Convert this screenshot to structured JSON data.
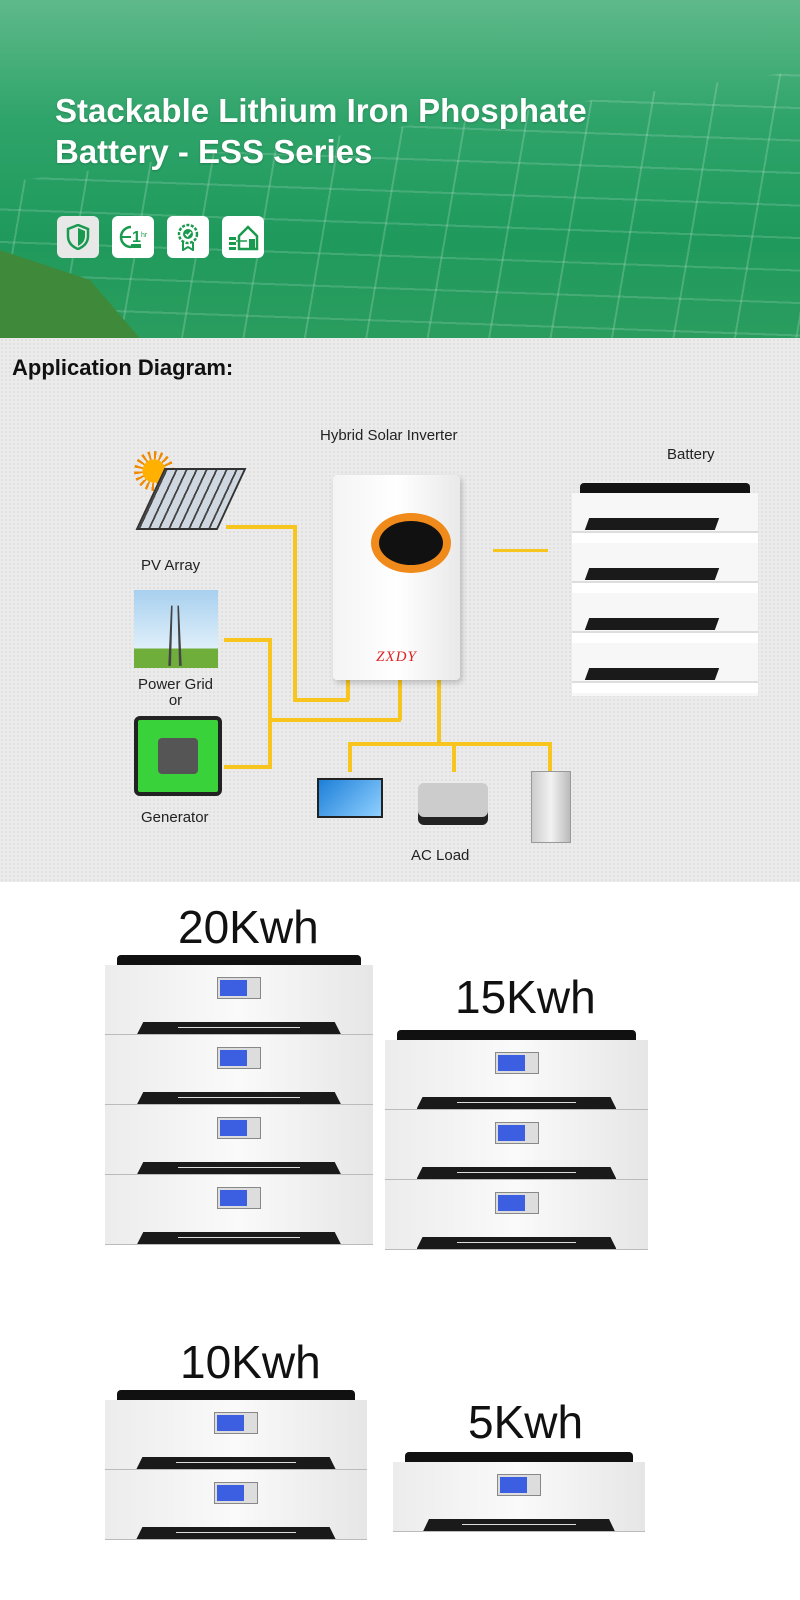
{
  "banner": {
    "title_line1": "Stackable Lithium Iron Phosphate",
    "title_line2": "Battery - ESS Series",
    "icons": [
      "shield-icon",
      "1hr-charge-icon",
      "certified-badge-icon",
      "home-energy-storage-icon"
    ]
  },
  "diagram": {
    "heading": "Application Diagram:",
    "inverter_label": "Hybrid  Solar  Inverter",
    "inverter_brand": "ZXDY",
    "battery_label": "Battery",
    "pv_label": "PV Array",
    "grid_label": "Power Grid",
    "or_label": "or",
    "generator_label": "Generator",
    "load_label": "AC Load",
    "line_color": "#f7c51e"
  },
  "products": [
    {
      "label": "20Kwh",
      "modules": 4
    },
    {
      "label": "15Kwh",
      "modules": 3
    },
    {
      "label": "10Kwh",
      "modules": 2
    },
    {
      "label": "5Kwh",
      "modules": 1
    }
  ]
}
